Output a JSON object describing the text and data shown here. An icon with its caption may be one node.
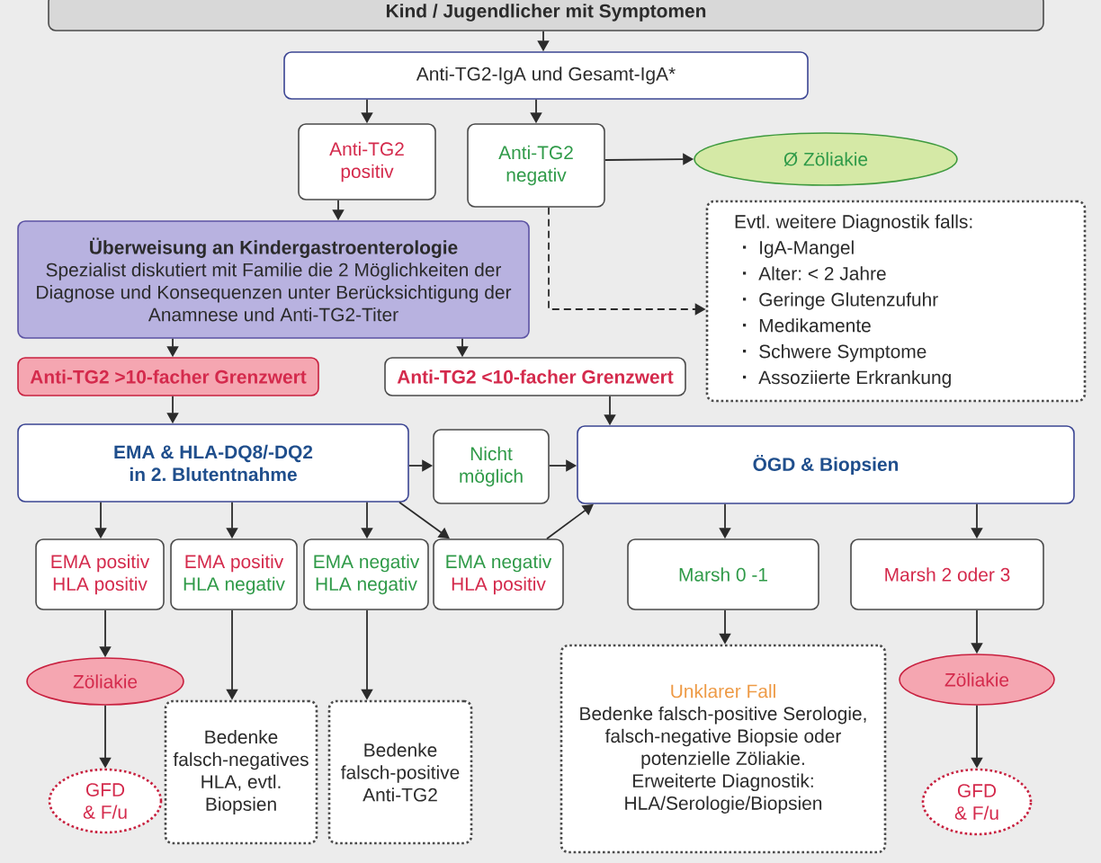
{
  "diagram": {
    "nodes": [
      {
        "text": [
          "Kind / Jugendlicher mit Symptomen"
        ]
      },
      {
        "text": [
          "Anti-TG2-IgA und Gesamt-IgA*"
        ]
      },
      {
        "text": [
          "Anti-TG2 positiv"
        ]
      },
      {
        "text": [
          "Anti-TG2 negativ"
        ]
      },
      {
        "text": [
          "Ø Zöliakie"
        ]
      },
      {
        "text": [
          "Überweisung an Kindergastroenterologie",
          "Spezialist diskutiert mit Familie die 2 Möglichkeiten der Diagnose und Konsequenzen unter Berücksichtigung der Anamnese und Anti-TG2-Titer"
        ]
      },
      {
        "text": [
          "Evtl. weitere Diagnostik falls:",
          "IgA-Mangel",
          "Alter: < 2 Jahre",
          "Geringe Glutenzufuhr",
          "Medikamente",
          "Schwere Symptome",
          "Assoziierte Erkrankung"
        ]
      },
      {
        "text": [
          "Anti-TG2 >10-facher Grenzwert"
        ]
      },
      {
        "text": [
          "Anti-TG2 <10-facher Grenzwert"
        ]
      },
      {
        "text": [
          "EMA & HLA-DQ8/-DQ2 in 2. Blutentnahme"
        ]
      },
      {
        "text": [
          "Nicht möglich"
        ]
      },
      {
        "text": [
          "ÖGD & Biopsien"
        ]
      },
      {
        "text": [
          "EMA positiv",
          "HLA positiv"
        ]
      },
      {
        "text": [
          "EMA positiv",
          "HLA negativ"
        ]
      },
      {
        "text": [
          "EMA negativ",
          "HLA negativ"
        ]
      },
      {
        "text": [
          "EMA negativ",
          "HLA positiv"
        ]
      },
      {
        "text": [
          "Marsh 0 -1"
        ]
      },
      {
        "text": [
          "Marsh 2 oder 3"
        ]
      },
      {
        "text": [
          "Zöliakie"
        ]
      },
      {
        "text": [
          "Bedenke falsch-negatives HLA, evtl. Biopsien"
        ]
      },
      {
        "text": [
          "Bedenke falsch-positive Anti-TG2"
        ]
      },
      {
        "text": [
          "GFD & F/u"
        ]
      },
      {
        "text": [
          "Unklarer Fall",
          "Bedenke falsch-positive Serologie, falsch-negative Biopsie oder potenzielle Zöliakie.",
          "Erweiterte Diagnostik: HLA/Serologie/Biopsien"
        ]
      },
      {
        "text": [
          "Zöliakie"
        ]
      },
      {
        "text": [
          "GFD & F/u"
        ]
      }
    ],
    "edges": [
      {
        "from": 0,
        "to": 1,
        "arrow": "to"
      },
      {
        "from": 1,
        "to": 2,
        "arrow": "to"
      },
      {
        "from": 1,
        "to": 3,
        "arrow": "to"
      },
      {
        "from": 3,
        "to": 4,
        "arrow": "to"
      },
      {
        "from": 2,
        "to": 5,
        "arrow": "to"
      },
      {
        "from": 3,
        "to": 6,
        "arrow": "to",
        "style": "dashed"
      },
      {
        "from": 5,
        "to": 7,
        "arrow": "to"
      },
      {
        "from": 5,
        "to": 8,
        "arrow": "to"
      },
      {
        "from": 7,
        "to": 9,
        "arrow": "to"
      },
      {
        "from": 8,
        "to": 11,
        "arrow": "to"
      },
      {
        "from": 9,
        "to": 10,
        "arrow": "to"
      },
      {
        "from": 10,
        "to": 11,
        "arrow": "to"
      },
      {
        "from": 9,
        "to": 12,
        "arrow": "to"
      },
      {
        "from": 9,
        "to": 13,
        "arrow": "to"
      },
      {
        "from": 9,
        "to": 14,
        "arrow": "to"
      },
      {
        "from": 9,
        "to": 15,
        "arrow": "to"
      },
      {
        "from": 15,
        "to": 11,
        "arrow": "to"
      },
      {
        "from": 11,
        "to": 16,
        "arrow": "to"
      },
      {
        "from": 11,
        "to": 17,
        "arrow": "to"
      },
      {
        "from": 12,
        "to": 18,
        "arrow": "to"
      },
      {
        "from": 13,
        "to": 19,
        "arrow": "to"
      },
      {
        "from": 14,
        "to": 20,
        "arrow": "to"
      },
      {
        "from": 18,
        "to": 21,
        "arrow": "to"
      },
      {
        "from": 16,
        "to": 22,
        "arrow": "to"
      },
      {
        "from": 17,
        "to": 23,
        "arrow": "to"
      },
      {
        "from": 23,
        "to": 24,
        "arrow": "to"
      }
    ]
  }
}
